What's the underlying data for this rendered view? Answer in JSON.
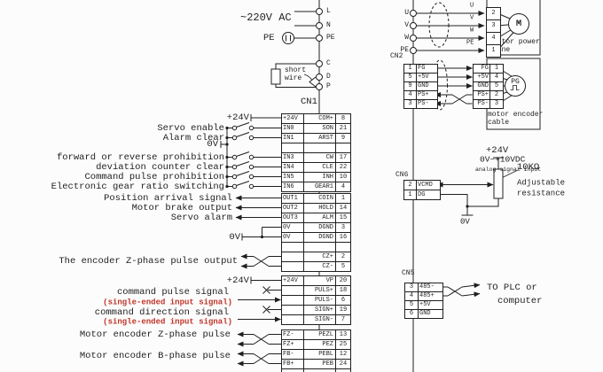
{
  "colors": {
    "line": "#1f1f1f",
    "red_note": "#c03428",
    "background": "#fcfcfc"
  },
  "left": {
    "ac_label": "~220V AC",
    "pe_label": "PE",
    "term_l": "L",
    "term_n": "N",
    "term_pe": "PE",
    "term_c": "C",
    "term_d": "D",
    "term_p": "P",
    "short_wire": [
      "short",
      "wire"
    ],
    "cn1": "CN1",
    "plus24_top": "+24V",
    "zero_v_in": "0V",
    "in_labels": [
      "Servo enable",
      "Alarm clear",
      "forward or reverse prohibition",
      "deviation counter clear",
      "Command pulse prohibition",
      "Electronic gear ratio switching"
    ],
    "in_rows": [
      [
        "+24V",
        "COM+",
        "8"
      ],
      [
        "IN0",
        "SON",
        "21"
      ],
      [
        "IN1",
        "ARST",
        "9"
      ],
      [
        "",
        "",
        ""
      ],
      [
        "IN3",
        "CW",
        "17"
      ],
      [
        "IN4",
        "CLE",
        "22"
      ],
      [
        "IN5",
        "INH",
        "10"
      ],
      [
        "IN6",
        "GEAR1",
        "4"
      ]
    ],
    "out_labels": [
      "Position arrival signal",
      "Motor brake output",
      "Servo alarm"
    ],
    "zero_v_out": "0V",
    "out_rows": [
      [
        "OUT1",
        "COIN",
        "1"
      ],
      [
        "OUT2",
        "HOLD",
        "14"
      ],
      [
        "OUT3",
        "ALM",
        "15"
      ],
      [
        "0V",
        "DGND",
        "3"
      ],
      [
        "0V",
        "DGND",
        "16"
      ],
      [
        "",
        "",
        ""
      ],
      [
        "",
        "CZ+",
        "2"
      ],
      [
        "",
        "CZ-",
        "5"
      ]
    ],
    "z_label": "The encoder Z-phase pulse output",
    "plus24_cmd": "+24V",
    "cmd_labels": [
      "command pulse signal",
      "(single-ended input signal)",
      "command direction signal",
      "(single-ended input signal)"
    ],
    "cmd_rows": [
      [
        "+24V",
        "VP",
        "20"
      ],
      [
        "",
        "PULS+",
        "18"
      ],
      [
        "",
        "PULS-",
        "6"
      ],
      [
        "",
        "SIGN+",
        "19"
      ],
      [
        "",
        "SIGN-",
        "7"
      ]
    ],
    "enc_labels": [
      "Motor encoder Z-phase pulse",
      "Motor encoder B-phase pulse"
    ],
    "enc_rows": [
      [
        "FZ-",
        "PEZL",
        "13"
      ],
      [
        "FZ+",
        "PEZ",
        "25"
      ],
      [
        "FB-",
        "PEBL",
        "12"
      ],
      [
        "FB+",
        "PEB",
        "24"
      ],
      [
        "",
        "",
        ""
      ]
    ]
  },
  "right": {
    "terms": [
      "U",
      "V",
      "W",
      "PE"
    ],
    "wire_labels": [
      "U",
      "V",
      "W",
      "PE"
    ],
    "power_pins": [
      "2",
      "3",
      "4",
      "1"
    ],
    "motor": "M",
    "power_caption": [
      "motor power",
      "line"
    ],
    "cn2": "CN2",
    "cn2_left": [
      [
        "1",
        "FG"
      ],
      [
        "5",
        "+5V"
      ],
      [
        "9",
        "GND"
      ],
      [
        "4",
        "PS+"
      ],
      [
        "3",
        "PS-"
      ]
    ],
    "cn2_right": [
      [
        "FG",
        "1"
      ],
      [
        "+5V",
        "4"
      ],
      [
        "GND",
        "5"
      ],
      [
        "PS+",
        "2"
      ],
      [
        "PS-",
        "3"
      ]
    ],
    "pg": "PG",
    "encoder_caption": [
      "motor encoder",
      "cable"
    ],
    "cn6": "CN6",
    "cn6_rows": [
      [
        "2",
        "VCMD"
      ],
      [
        "1",
        "DG"
      ]
    ],
    "analog_range": "0V~+10VDC",
    "analog_sub": "analog signal input",
    "plus24": "+24V",
    "pot_value": "10KΩ",
    "pot_caption": [
      "Adjustable",
      "resistance"
    ],
    "zero_v": "0V",
    "cn5": "CN5",
    "cn5_rows": [
      [
        "3",
        "485-"
      ],
      [
        "4",
        "485+"
      ],
      [
        "5",
        "+5V"
      ],
      [
        "6",
        "GND"
      ]
    ],
    "dest": [
      "TO PLC or",
      "computer"
    ]
  }
}
